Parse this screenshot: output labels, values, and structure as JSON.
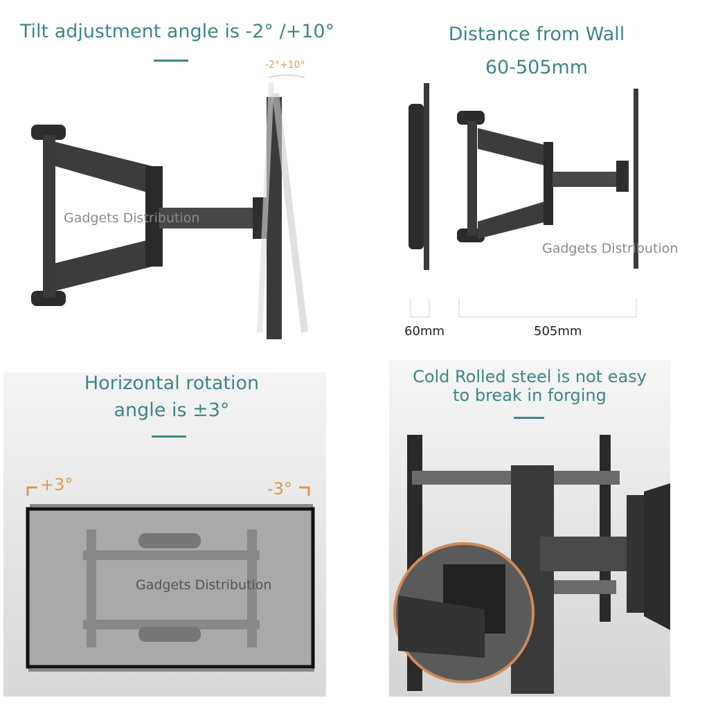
{
  "panels": {
    "tilt": {
      "title": "Tilt adjustment angle is -2°  /+10°",
      "angle_label": "-2°+10°",
      "watermark": "Gadgets Distribution"
    },
    "distance": {
      "title_line1": "Distance from Wall",
      "title_line2": "60-505mm",
      "min_label": "60mm",
      "max_label": "505mm",
      "watermark": "Gadgets Distribution"
    },
    "rotation": {
      "title_line1": "Horizontal rotation",
      "title_line2": "angle is ±3°",
      "plus_label": "+3°",
      "minus_label": "-3°",
      "watermark": "Gadgets Distribution"
    },
    "steel": {
      "title_line1": "Cold Rolled steel is not easy",
      "title_line2": "to break in forging"
    }
  },
  "colors": {
    "accent": "#3d8683",
    "orange": "#d99a55",
    "panel_gray": "#e4e4e4"
  }
}
